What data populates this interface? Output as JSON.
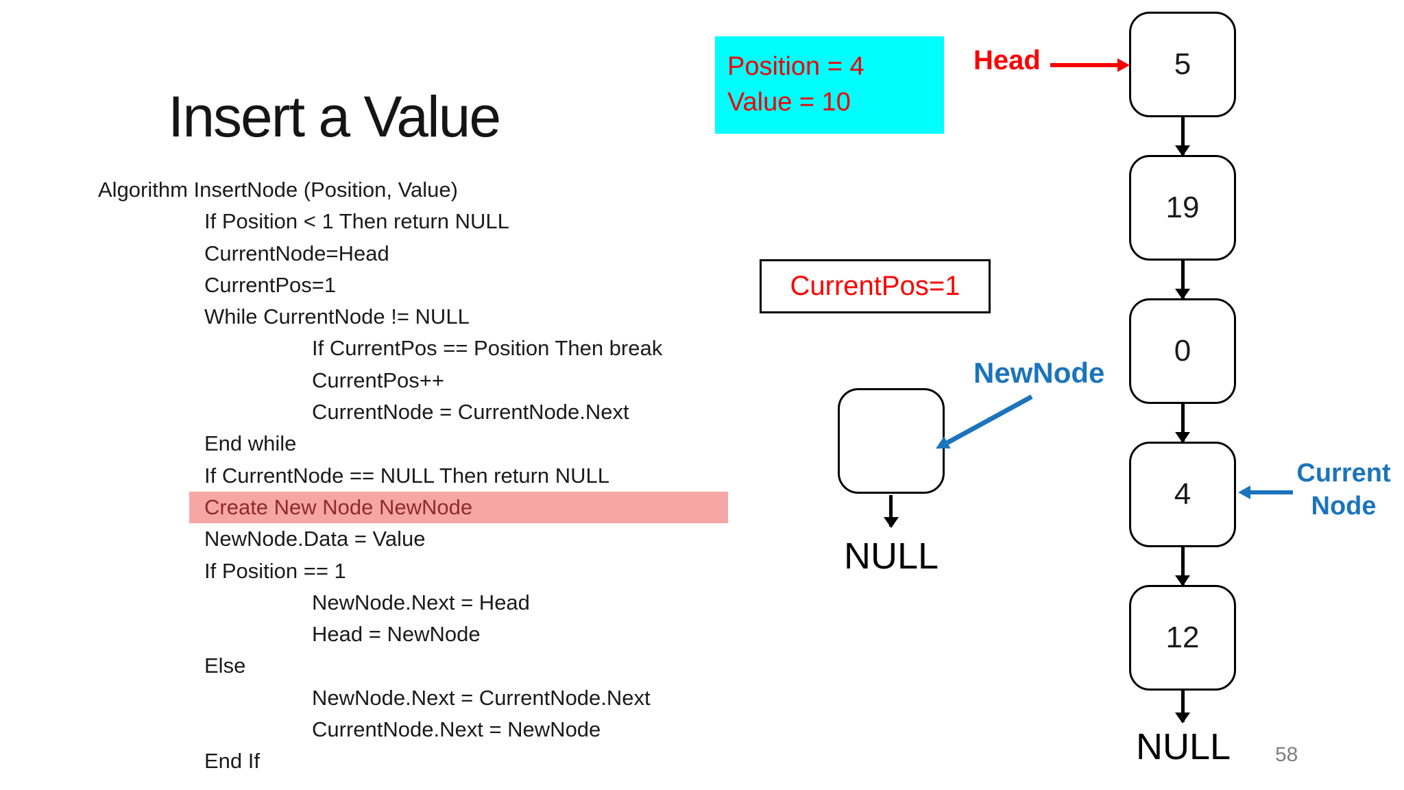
{
  "slide": {
    "title": "Insert a Value",
    "page_number": "58"
  },
  "colors": {
    "red": "#fb0000",
    "blue": "#1b74bc",
    "cyan_box_bg": "#00feff",
    "highlight_bg": "#f7a6a6",
    "highlight_text": "#8e2a2c"
  },
  "parameters_box": {
    "line1": "Position = 4",
    "line2": "Value = 10"
  },
  "state_box": {
    "text": "CurrentPos=1"
  },
  "pointer_labels": {
    "head": "Head",
    "new_node": "NewNode",
    "current_node_line1": "Current",
    "current_node_line2": "Node"
  },
  "new_node": {
    "value": "",
    "next_label": "NULL"
  },
  "linked_list": {
    "node_values": [
      "5",
      "19",
      "0",
      "4",
      "12"
    ],
    "terminator": "NULL"
  },
  "code": {
    "lines": [
      {
        "text": "Algorithm InsertNode (Position, Value)",
        "indent": 0,
        "highlight": false
      },
      {
        "text": "If Position < 1 Then return NULL",
        "indent": 1,
        "highlight": false
      },
      {
        "text": "CurrentNode=Head",
        "indent": 1,
        "highlight": false
      },
      {
        "text": "CurrentPos=1",
        "indent": 1,
        "highlight": false
      },
      {
        "text": "While CurrentNode != NULL",
        "indent": 1,
        "highlight": false
      },
      {
        "text": "If CurrentPos == Position Then break",
        "indent": 2,
        "highlight": false
      },
      {
        "text": "CurrentPos++",
        "indent": 2,
        "highlight": false
      },
      {
        "text": "CurrentNode = CurrentNode.Next",
        "indent": 2,
        "highlight": false
      },
      {
        "text": "End while",
        "indent": 1,
        "highlight": false
      },
      {
        "text": "If CurrentNode == NULL Then return NULL",
        "indent": 1,
        "highlight": false
      },
      {
        "text": "Create New Node NewNode",
        "indent": 1,
        "highlight": true
      },
      {
        "text": "NewNode.Data = Value",
        "indent": 1,
        "highlight": false
      },
      {
        "text": "If Position == 1",
        "indent": 1,
        "highlight": false
      },
      {
        "text": "NewNode.Next = Head",
        "indent": 2,
        "highlight": false
      },
      {
        "text": "Head = NewNode",
        "indent": 2,
        "highlight": false
      },
      {
        "text": "Else",
        "indent": 1,
        "highlight": false
      },
      {
        "text": "NewNode.Next = CurrentNode.Next",
        "indent": 2,
        "highlight": false
      },
      {
        "text": "CurrentNode.Next = NewNode",
        "indent": 2,
        "highlight": false
      },
      {
        "text": "End If",
        "indent": 1,
        "highlight": false
      }
    ]
  }
}
